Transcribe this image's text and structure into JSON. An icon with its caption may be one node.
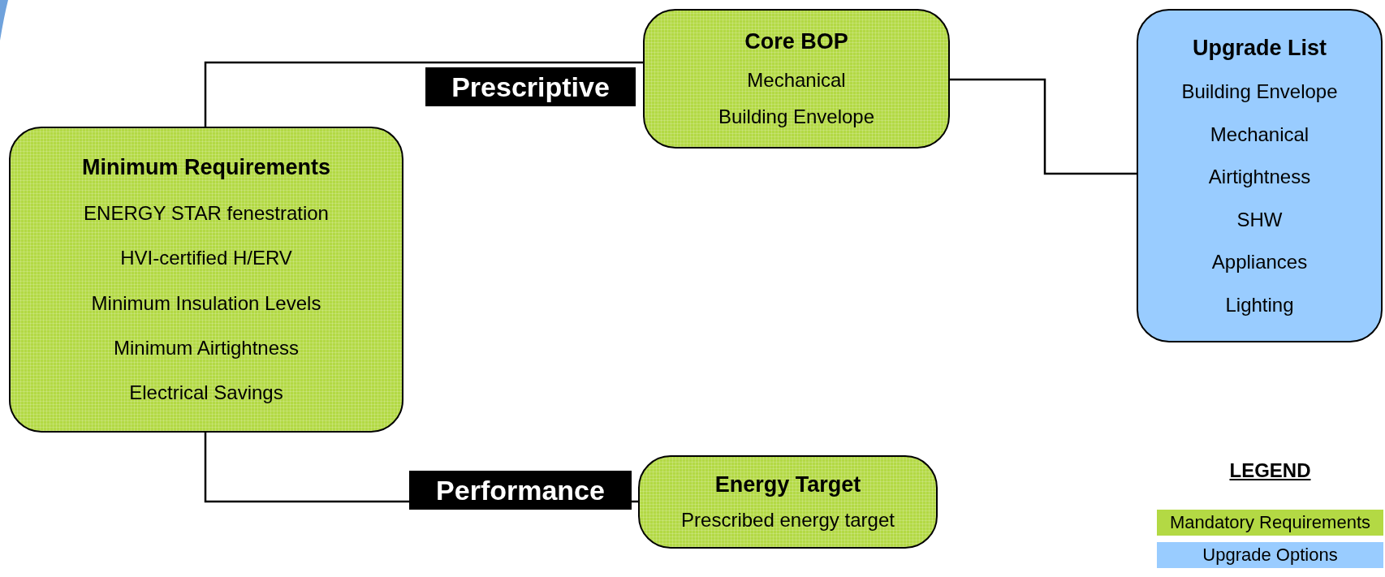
{
  "diagram": {
    "nodes": [
      {
        "text": [
          "Minimum Requirements",
          "ENERGY STAR fenestration",
          "HVI-certified H/ERV",
          "Minimum Insulation Levels",
          "Minimum Airtightness",
          "Electrical Savings"
        ]
      },
      {
        "text": [
          "Core BOP",
          "Mechanical",
          "Building Envelope"
        ]
      },
      {
        "text": [
          "Upgrade List",
          "Building Envelope",
          "Mechanical",
          "Airtightness",
          "SHW",
          "Appliances",
          "Lighting"
        ]
      },
      {
        "text": [
          "Energy Target",
          "Prescribed energy target"
        ]
      }
    ],
    "edges": [
      {
        "from": 0,
        "to": 1,
        "arrow": "none",
        "label": "Prescriptive"
      },
      {
        "from": 1,
        "to": 2,
        "arrow": "none"
      },
      {
        "from": 0,
        "to": 3,
        "arrow": "none",
        "label": "Performance"
      }
    ],
    "labels": [
      "LEGEND"
    ],
    "legend": [
      {
        "text": "Mandatory Requirements",
        "color": "#b3d944"
      },
      {
        "text": "Upgrade Options",
        "color": "#99ccff"
      }
    ]
  }
}
